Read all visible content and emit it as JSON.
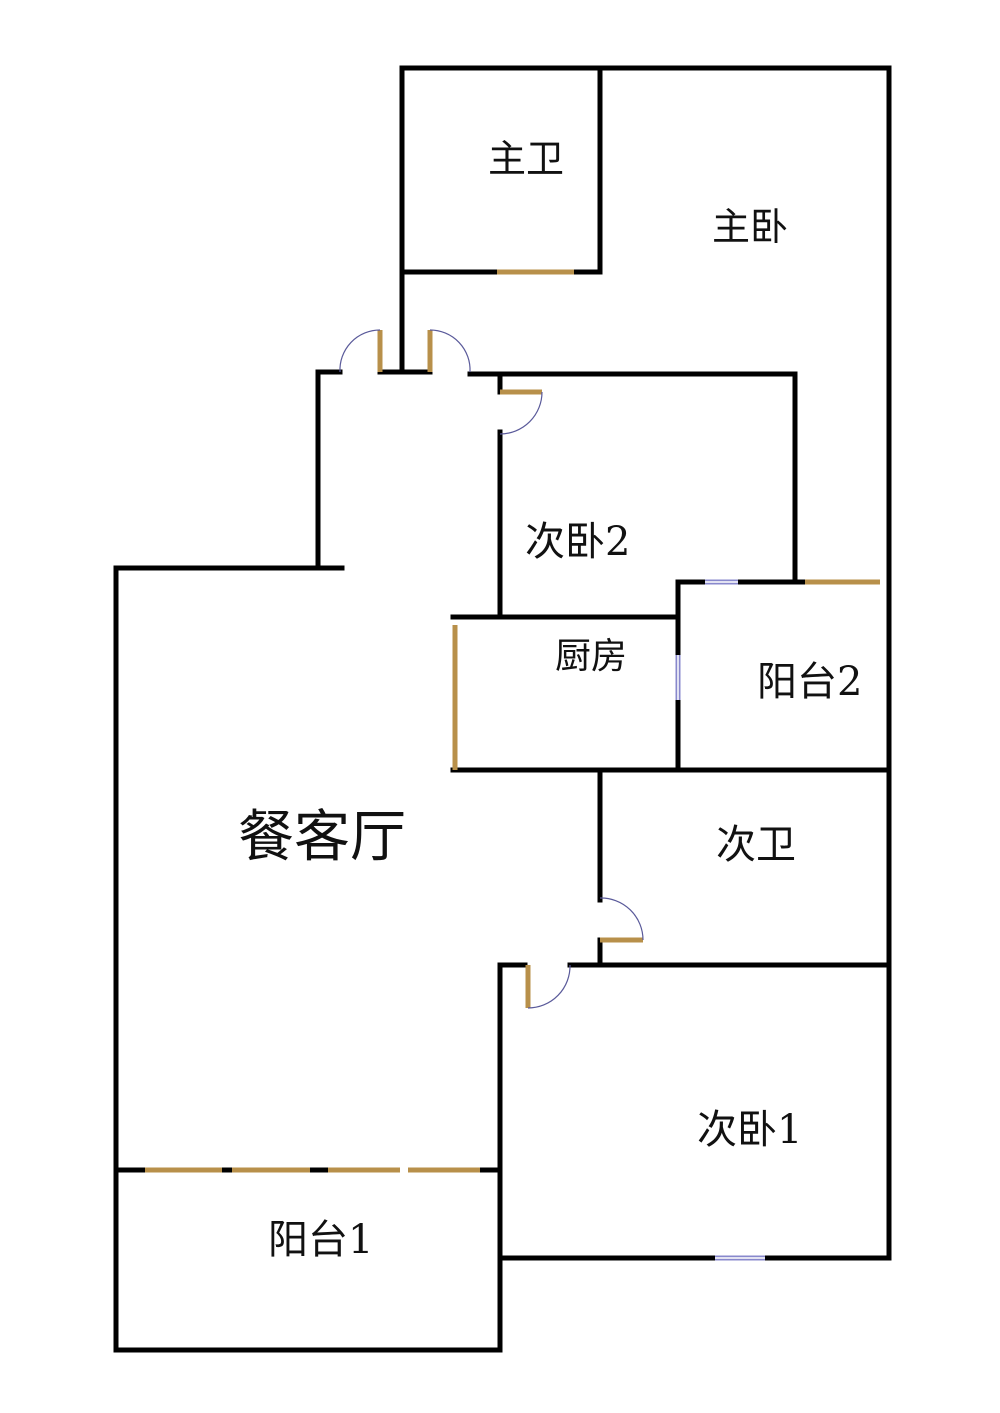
{
  "rooms": {
    "master_bath": "主卫",
    "master_bedroom": "主卧",
    "second_bedroom_2": "次卧2",
    "kitchen": "厨房",
    "balcony_2": "阳台2",
    "living_dining": "餐客厅",
    "second_bath": "次卫",
    "second_bedroom_1": "次卧1",
    "balcony_1": "阳台1"
  },
  "colors": {
    "wall": "#000000",
    "door": "#b8904a",
    "window": "#8888cc",
    "door_swing": "#5a5a9a"
  }
}
